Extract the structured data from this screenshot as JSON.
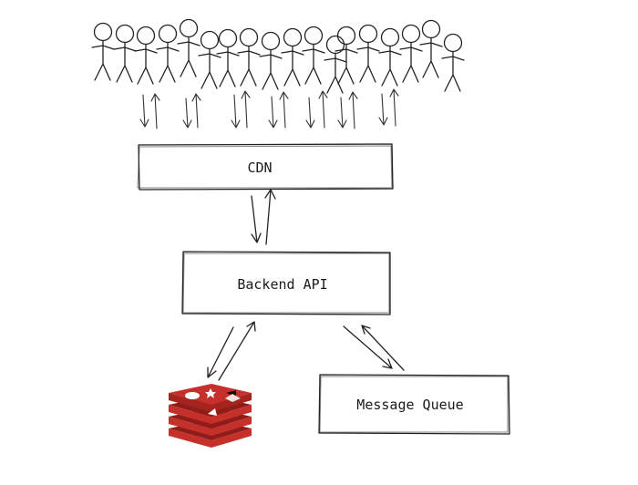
{
  "nodes": {
    "cdn": {
      "label": "CDN"
    },
    "backend": {
      "label": "Backend API"
    },
    "queue": {
      "label": "Message Queue"
    },
    "cache": {
      "icon": "redis-icon"
    }
  },
  "crowd": {
    "icon": "stick-figure-icon"
  },
  "colors": {
    "ink": "#222222",
    "redis_red": "#c6302b",
    "redis_dark": "#8e1d1a"
  }
}
